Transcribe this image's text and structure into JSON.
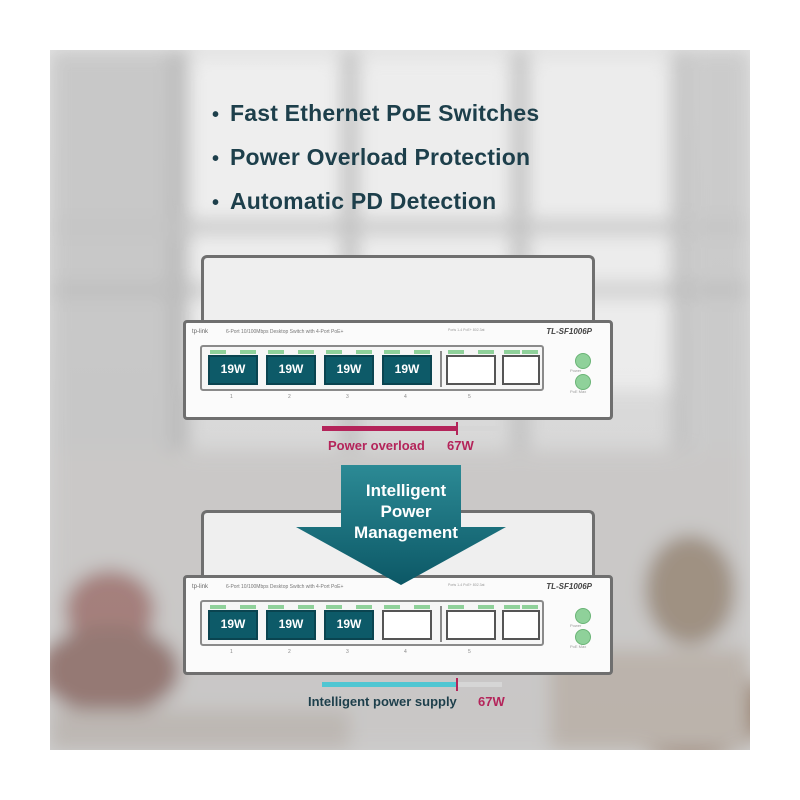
{
  "features": [
    "Fast Ethernet PoE Switches",
    "Power Overload Protection",
    "Automatic PD Detection"
  ],
  "switch_top": {
    "brand": "tp-link",
    "description": "6-Port 10/100Mbps Desktop Switch with 4-Port PoE+",
    "model": "TL-SF1006P",
    "specs": "Ports 1-4 PoE+ 802.3at",
    "ports": [
      {
        "num": "1",
        "label": "19W",
        "powered": true
      },
      {
        "num": "2",
        "label": "19W",
        "powered": true
      },
      {
        "num": "3",
        "label": "19W",
        "powered": true
      },
      {
        "num": "4",
        "label": "19W",
        "powered": true
      },
      {
        "num": "5",
        "label": "",
        "powered": false
      },
      {
        "num": "",
        "label": "",
        "powered": false
      }
    ],
    "status_labels": [
      "Power",
      "PoE Max"
    ]
  },
  "overload": {
    "label": "Power overload",
    "value": "67W",
    "fill_fraction": 0.75,
    "color": "#b4245a"
  },
  "arrow_caption": "Intelligent Power Management",
  "arrow_lines": [
    "Intelligent",
    "Power",
    "Management"
  ],
  "switch_bottom": {
    "brand": "tp-link",
    "description": "6-Port 10/100Mbps Desktop Switch with 4-Port PoE+",
    "model": "TL-SF1006P",
    "specs": "Ports 1-4 PoE+ 802.3at",
    "ports": [
      {
        "num": "1",
        "label": "19W",
        "powered": true
      },
      {
        "num": "2",
        "label": "19W",
        "powered": true
      },
      {
        "num": "3",
        "label": "19W",
        "powered": true
      },
      {
        "num": "4",
        "label": "",
        "powered": false
      },
      {
        "num": "5",
        "label": "",
        "powered": false
      },
      {
        "num": "",
        "label": "",
        "powered": false
      }
    ],
    "status_labels": [
      "Power",
      "PoE Max"
    ]
  },
  "supply": {
    "label": "Intelligent power supply",
    "value": "67W",
    "fill_fraction": 0.75,
    "color": "#4fc6d2"
  },
  "colors": {
    "accent_teal": "#0d5a68",
    "text_dark": "#1d3f4b",
    "led_green": "#8fd19a",
    "overload_red": "#b4245a"
  }
}
